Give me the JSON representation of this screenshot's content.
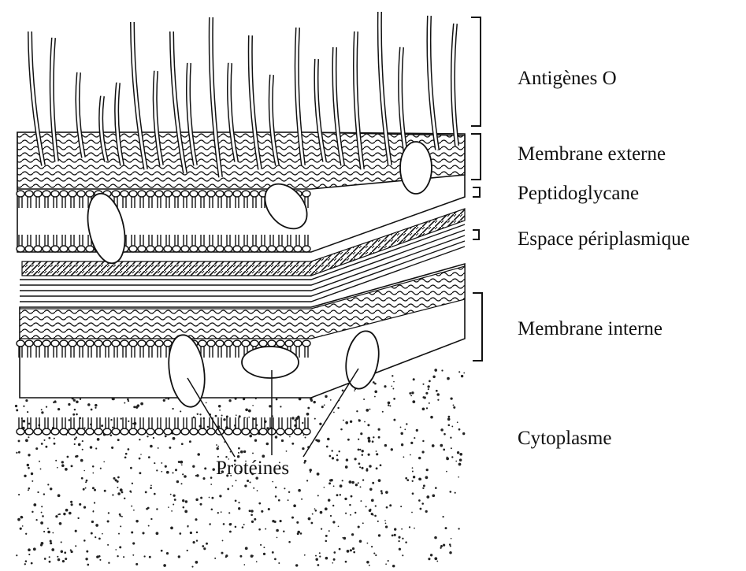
{
  "labels": {
    "antigenes_o": "Antigènes O",
    "membrane_externe": "Membrane externe",
    "peptidoglycane": "Peptidoglycane",
    "espace_periplasmique": "Espace périplasmique",
    "membrane_interne": "Membrane interne",
    "cytoplasme": "Cytoplasme",
    "proteines": "Protéines"
  },
  "colors": {
    "ink": "#111111",
    "paper": "#ffffff"
  }
}
